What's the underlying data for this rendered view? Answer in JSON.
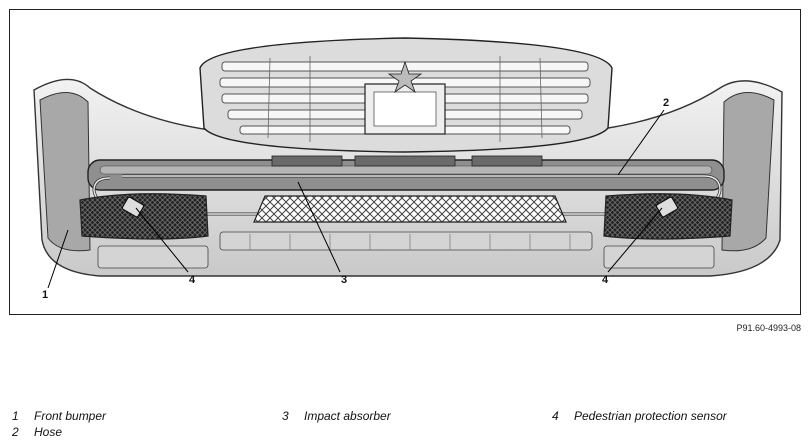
{
  "figure": {
    "code": "P91.60-4993-08",
    "callouts": [
      {
        "number": "1"
      },
      {
        "number": "2"
      },
      {
        "number": "3"
      },
      {
        "number": "4"
      },
      {
        "number": "4"
      }
    ]
  },
  "legend": {
    "items": [
      {
        "number": "1",
        "label": "Front bumper"
      },
      {
        "number": "2",
        "label": "Hose"
      },
      {
        "number": "3",
        "label": "Impact absorber"
      },
      {
        "number": "4",
        "label": "Pedestrian protection sensor"
      }
    ]
  }
}
